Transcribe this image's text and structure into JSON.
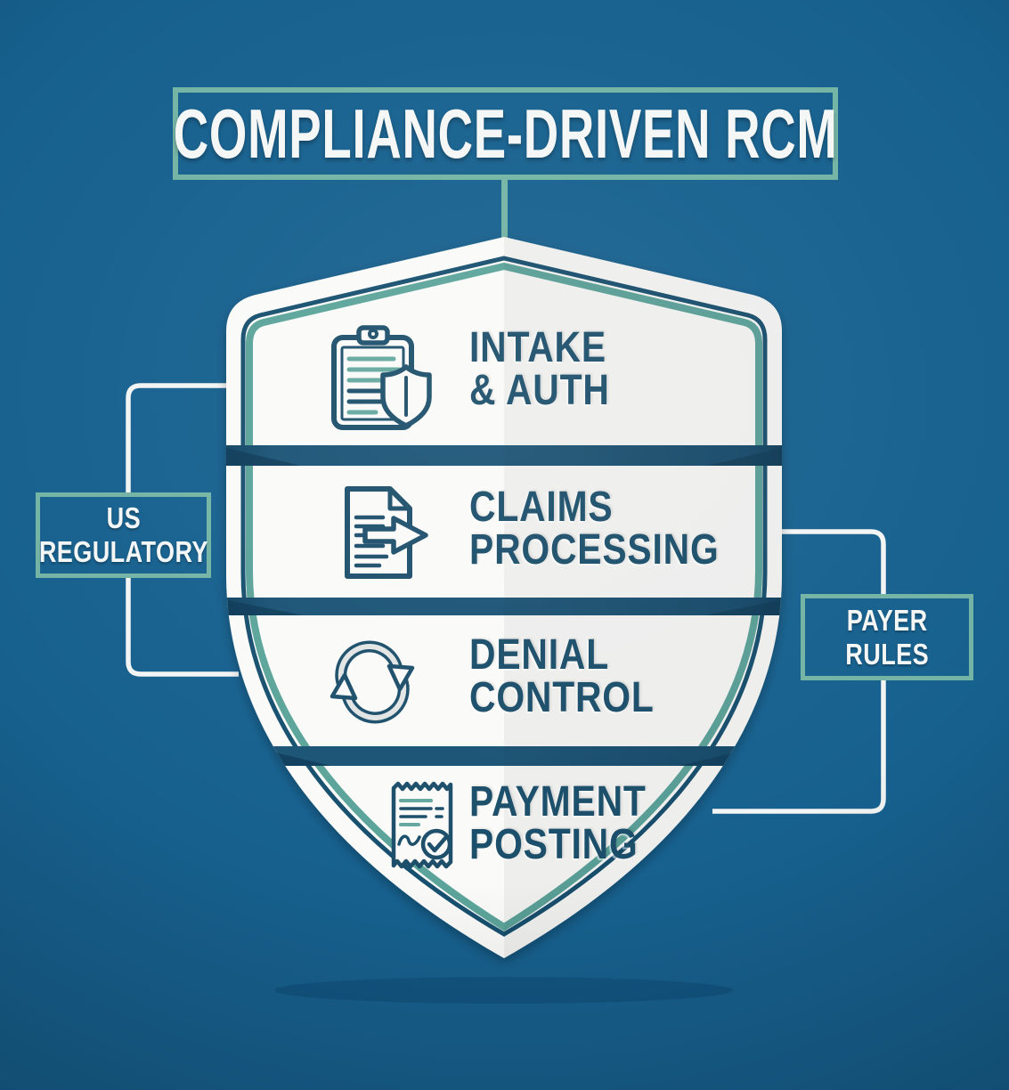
{
  "title": {
    "label": "COMPLIANCE-DRIVEN RCM"
  },
  "shield": {
    "segments": [
      {
        "id": "intake-auth",
        "line1": "INTAKE",
        "line2": "& AUTH",
        "icon": "clipboard-shield-icon"
      },
      {
        "id": "claims-processing",
        "line1": "CLAIMS",
        "line2": "PROCESSING",
        "icon": "document-arrow-icon"
      },
      {
        "id": "denial-control",
        "line1": "DENIAL",
        "line2": "CONTROL",
        "icon": "cycle-arrows-icon"
      },
      {
        "id": "payment-posting",
        "line1": "PAYMENT",
        "line2": "POSTING",
        "icon": "receipt-check-icon"
      }
    ]
  },
  "side_labels": {
    "left": {
      "line1": "US",
      "line2": "REGULATORY"
    },
    "right": {
      "line1": "PAYER",
      "line2": "RULES"
    }
  },
  "colors": {
    "background": "#17618f",
    "accent_teal_border": "#74b4a4",
    "stripe_teal": "#5ca49b",
    "separator_band_navy": "#1a5172",
    "heading_navy": "#1b4e6a",
    "icon_navy": "#1d4f6b",
    "icon_teal": "#64a89f",
    "shield_white": "#fafaf8",
    "text_white": "#f4f7f6",
    "connector_white": "#f3f5f4"
  }
}
